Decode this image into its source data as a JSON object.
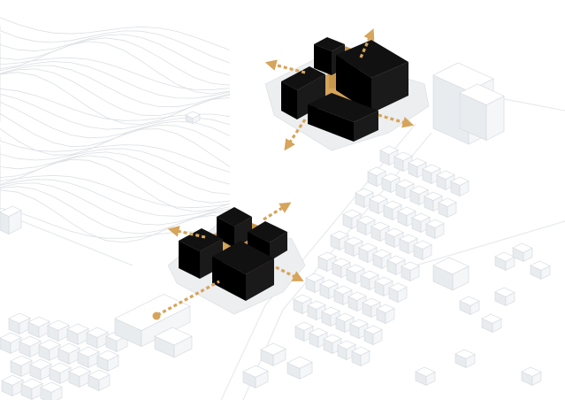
{
  "diagram": {
    "kind": "isometric-site-massing",
    "colors": {
      "background": "#ffffff",
      "terrain_line": "#dcdfe3",
      "context_top": "#ffffff",
      "context_left": "#e9ecef",
      "context_right": "#f4f6f8",
      "context_edge": "#d3d7dc",
      "plinth": "#e6e8eb",
      "massing": "#000000",
      "connector": "#d6a45a",
      "arrow": "#d6a45a"
    },
    "clusters": [
      {
        "id": "upper-cluster",
        "blocks": 4,
        "connectors": 2,
        "arrows": 4
      },
      {
        "id": "lower-cluster",
        "blocks": 4,
        "connectors": 2,
        "arrows": 4
      }
    ],
    "access_path": {
      "origin_marker": "dot",
      "style": "dashed"
    }
  }
}
